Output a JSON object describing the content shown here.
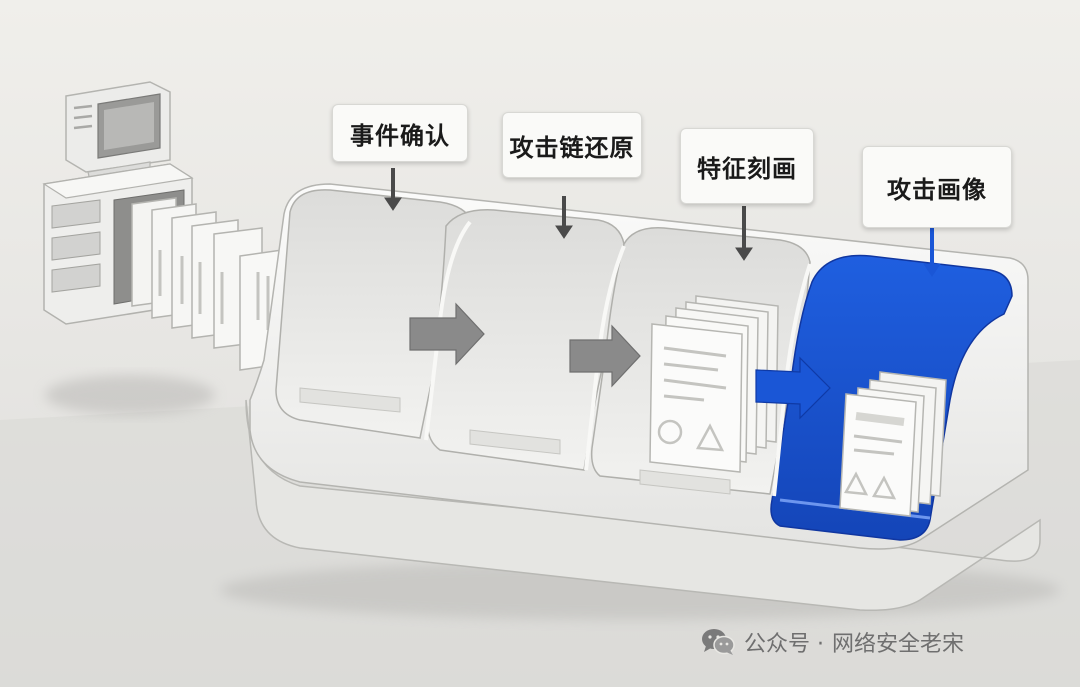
{
  "stages": [
    {
      "label": "事件确认"
    },
    {
      "label": "攻击链还原"
    },
    {
      "label": "特征刻画"
    },
    {
      "label": "攻击画像"
    }
  ],
  "colors": {
    "background": "#e9e8e4",
    "tray": "#f6f6f4",
    "accent_blue": "#1a56d6",
    "arrow_gray": "#8a8a8a"
  },
  "watermark": {
    "account_prefix": "公众号 · ",
    "account_name": "网络安全老宋",
    "icon": "wechat-icon"
  }
}
